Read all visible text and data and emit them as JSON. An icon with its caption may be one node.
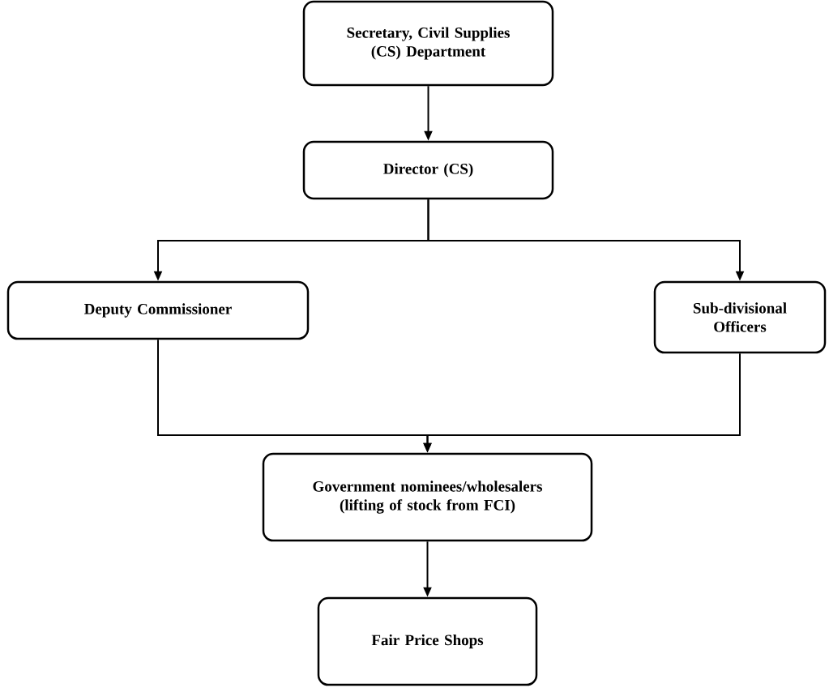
{
  "diagram": {
    "nodes": [
      {
        "text": [
          "Secretary, Civil Supplies (CS) Department"
        ]
      },
      {
        "text": [
          "Director (CS)"
        ]
      },
      {
        "text": [
          "Deputy Commissioner"
        ]
      },
      {
        "text": [
          "Sub-divisional Officers"
        ]
      },
      {
        "text": [
          "Government nominees/wholesalers (lifting of stock from FCI)"
        ]
      },
      {
        "text": [
          "Fair Price Shops"
        ]
      }
    ],
    "edges": [
      {
        "from": 0,
        "to": 1,
        "arrow": "to"
      },
      {
        "from": 1,
        "to": 2,
        "arrow": "to"
      },
      {
        "from": 1,
        "to": 3,
        "arrow": "to"
      },
      {
        "from": 2,
        "to": 4,
        "arrow": "to"
      },
      {
        "from": 3,
        "to": 4,
        "arrow": "to"
      },
      {
        "from": 4,
        "to": 5,
        "arrow": "to"
      }
    ]
  }
}
